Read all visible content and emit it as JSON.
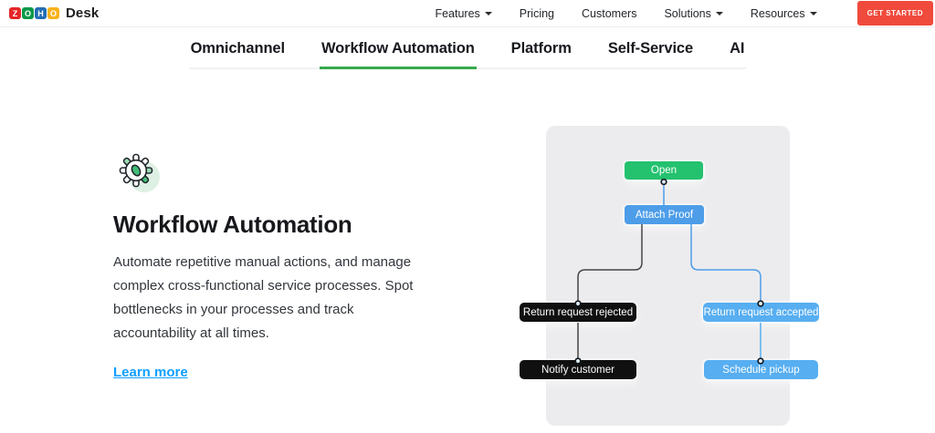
{
  "header": {
    "logo": {
      "letters": [
        "Z",
        "O",
        "H",
        "O"
      ],
      "colors": [
        "#e42527",
        "#089949",
        "#226db4",
        "#f9b21d"
      ],
      "product": "Desk"
    },
    "nav": [
      {
        "label": "Features",
        "has_dropdown": true
      },
      {
        "label": "Pricing",
        "has_dropdown": false
      },
      {
        "label": "Customers",
        "has_dropdown": false
      },
      {
        "label": "Solutions",
        "has_dropdown": true
      },
      {
        "label": "Resources",
        "has_dropdown": true
      }
    ],
    "cta_label": "GET STARTED",
    "cta_color": "#ef4a3c"
  },
  "tabs": {
    "items": [
      {
        "label": "Omnichannel",
        "active": false
      },
      {
        "label": "Workflow Automation",
        "active": true
      },
      {
        "label": "Platform",
        "active": false
      },
      {
        "label": "Self-Service",
        "active": false
      },
      {
        "label": "AI",
        "active": false
      }
    ],
    "active_underline_color": "#38a84e"
  },
  "content": {
    "icon": "gear-icon",
    "title": "Workflow Automation",
    "description": "Automate repetitive manual actions, and manage complex cross-functional service processes. Spot bottlenecks in your processes and track accountability at all times.",
    "link_label": "Learn more",
    "link_color": "#0d9fff"
  },
  "flowchart": {
    "panel_color": "#ececee",
    "nodes": {
      "open": {
        "label": "Open",
        "color": "#24c16f"
      },
      "attach_proof": {
        "label": "Attach Proof",
        "color": "#4d9de9"
      },
      "rejected": {
        "label": "Return request rejected",
        "color": "#101010"
      },
      "accepted": {
        "label": "Return request accepted",
        "color": "#57aef1"
      },
      "notify": {
        "label": "Notify customer",
        "color": "#101010"
      },
      "schedule": {
        "label": "Schedule pickup",
        "color": "#57aef1"
      }
    },
    "edges": [
      {
        "from": "open",
        "to": "attach_proof",
        "color": "#4d9de9"
      },
      {
        "from": "attach_proof",
        "to": "rejected",
        "color": "#454545"
      },
      {
        "from": "attach_proof",
        "to": "accepted",
        "color": "#4d9de9"
      },
      {
        "from": "rejected",
        "to": "notify",
        "color": "#454545"
      },
      {
        "from": "accepted",
        "to": "schedule",
        "color": "#57aef1"
      }
    ]
  }
}
